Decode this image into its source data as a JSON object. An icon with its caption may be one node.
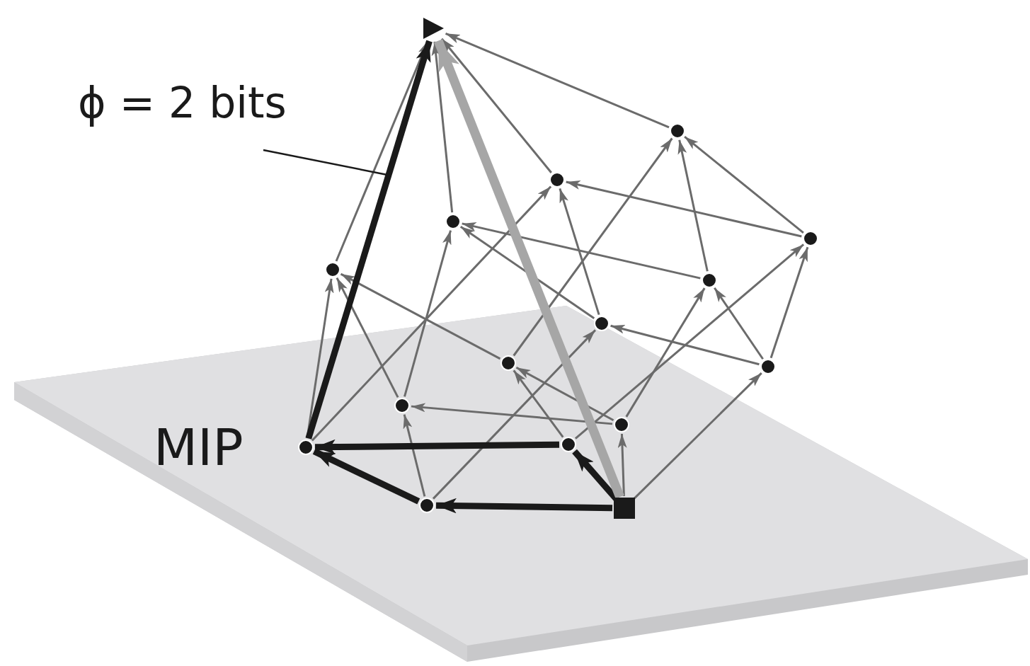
{
  "diagram": {
    "nodes": [
      {
        "text": [
          "ϕ = 2 bits"
        ]
      },
      {
        "text": [],
        "shape": "triangle"
      },
      {
        "text": [],
        "shape": "circle"
      },
      {
        "text": [],
        "shape": "circle"
      },
      {
        "text": [],
        "shape": "circle"
      },
      {
        "text": [],
        "shape": "circle"
      },
      {
        "text": [],
        "shape": "circle"
      },
      {
        "text": [],
        "shape": "circle"
      },
      {
        "text": [],
        "shape": "circle"
      },
      {
        "text": [],
        "shape": "circle"
      },
      {
        "text": [],
        "shape": "circle"
      },
      {
        "text": [],
        "shape": "circle"
      },
      {
        "text": [],
        "shape": "circle"
      },
      {
        "text": [],
        "shape": "circle"
      },
      {
        "text": [],
        "shape": "circle",
        "beside": [
          "MIP"
        ]
      },
      {
        "text": [],
        "shape": "circle"
      },
      {
        "text": [],
        "shape": "box"
      }
    ],
    "edges": [
      {
        "from": 16,
        "to": 15,
        "arrow": "to",
        "style": "thick",
        "color": "#1a1a1a"
      },
      {
        "from": 16,
        "to": 13,
        "arrow": "to",
        "style": "thick",
        "color": "#1a1a1a"
      },
      {
        "from": 16,
        "to": 12,
        "arrow": "to"
      },
      {
        "from": 16,
        "to": 10,
        "arrow": "to"
      },
      {
        "from": 15,
        "to": 14,
        "arrow": "to",
        "style": "thick",
        "color": "#1a1a1a"
      },
      {
        "from": 15,
        "to": 11,
        "arrow": "to"
      },
      {
        "from": 15,
        "to": 8,
        "arrow": "to"
      },
      {
        "from": 13,
        "to": 14,
        "arrow": "to",
        "style": "thick",
        "color": "#1a1a1a"
      },
      {
        "from": 13,
        "to": 9,
        "arrow": "to"
      },
      {
        "from": 13,
        "to": 5,
        "arrow": "to"
      },
      {
        "from": 12,
        "to": 11,
        "arrow": "to"
      },
      {
        "from": 12,
        "to": 9,
        "arrow": "to"
      },
      {
        "from": 12,
        "to": 7,
        "arrow": "to"
      },
      {
        "from": 10,
        "to": 8,
        "arrow": "to"
      },
      {
        "from": 10,
        "to": 5,
        "arrow": "to"
      },
      {
        "from": 10,
        "to": 7,
        "arrow": "to"
      },
      {
        "from": 14,
        "to": 6,
        "arrow": "to"
      },
      {
        "from": 14,
        "to": 3,
        "arrow": "to"
      },
      {
        "from": 11,
        "to": 6,
        "arrow": "to"
      },
      {
        "from": 11,
        "to": 4,
        "arrow": "to"
      },
      {
        "from": 8,
        "to": 3,
        "arrow": "to"
      },
      {
        "from": 8,
        "to": 4,
        "arrow": "to"
      },
      {
        "from": 9,
        "to": 6,
        "arrow": "to"
      },
      {
        "from": 9,
        "to": 2,
        "arrow": "to"
      },
      {
        "from": 5,
        "to": 3,
        "arrow": "to"
      },
      {
        "from": 5,
        "to": 2,
        "arrow": "to"
      },
      {
        "from": 7,
        "to": 4,
        "arrow": "to"
      },
      {
        "from": 7,
        "to": 2,
        "arrow": "to"
      },
      {
        "from": 6,
        "to": 1,
        "arrow": "to"
      },
      {
        "from": 4,
        "to": 1,
        "arrow": "to"
      },
      {
        "from": 3,
        "to": 1,
        "arrow": "to"
      },
      {
        "from": 2,
        "to": 1,
        "arrow": "to"
      },
      {
        "from": 14,
        "to": 1,
        "arrow": "to",
        "style": "thick",
        "color": "#1a1a1a"
      },
      {
        "from": 16,
        "to": 1,
        "arrow": "to",
        "style": "thick",
        "color": "#a6a6a6"
      },
      {
        "from": 0,
        "to": null,
        "arrow": "none",
        "color": "#1a1a1a"
      }
    ]
  }
}
